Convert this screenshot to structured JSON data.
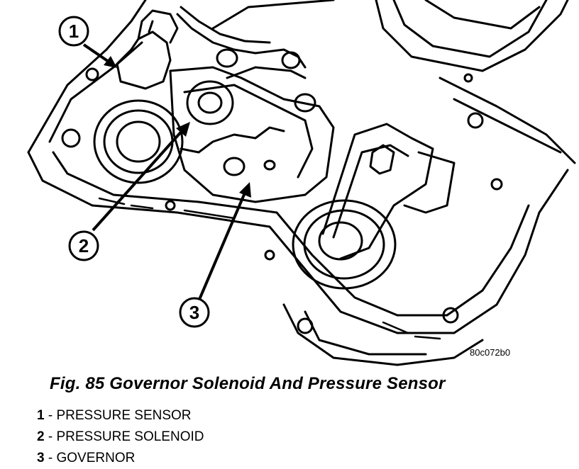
{
  "figure": {
    "code": "80c072b0",
    "caption": "Fig. 85 Governor Solenoid And Pressure Sensor"
  },
  "callouts": [
    {
      "number": "1",
      "label": "PRESSURE SENSOR"
    },
    {
      "number": "2",
      "label": "PRESSURE SOLENOID"
    },
    {
      "number": "3",
      "label": "GOVERNOR"
    }
  ],
  "legend_separator": " - "
}
